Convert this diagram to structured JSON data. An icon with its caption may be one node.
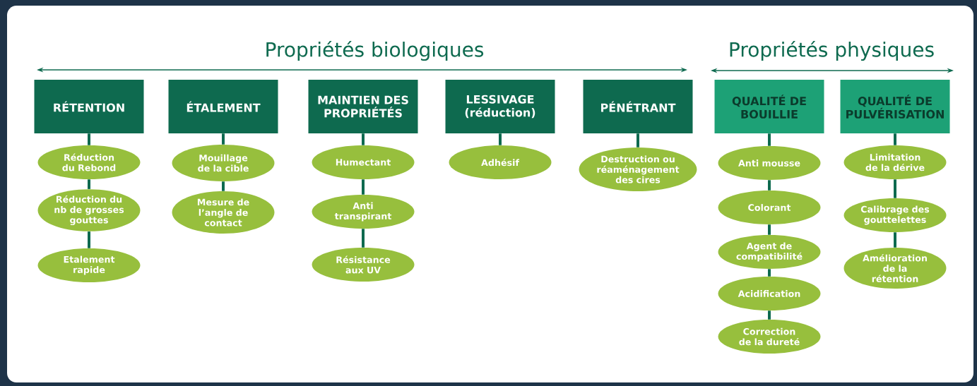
{
  "diagram": {
    "nodes": [
      {
        "text": [
          "RÉTENTION"
        ]
      },
      {
        "text": [
          "Réduction du Rebond"
        ]
      },
      {
        "text": [
          "Réduction du nb de grosses gouttes"
        ]
      },
      {
        "text": [
          "Etalement rapide"
        ]
      },
      {
        "text": [
          "ÉTALEMENT"
        ]
      },
      {
        "text": [
          "Mouillage de la cible"
        ]
      },
      {
        "text": [
          "Mesure de l’angle de contact"
        ]
      },
      {
        "text": [
          "MAINTIEN DES PROPRIÉTÉS"
        ]
      },
      {
        "text": [
          "Humectant"
        ]
      },
      {
        "text": [
          "Anti transpirant"
        ]
      },
      {
        "text": [
          "Résistance aux UV"
        ]
      },
      {
        "text": [
          "LESSIVAGE (réduction)"
        ]
      },
      {
        "text": [
          "Adhésif"
        ]
      },
      {
        "text": [
          "PÉNÉTRANT"
        ]
      },
      {
        "text": [
          "Destruction ou réaménagement des cires"
        ]
      },
      {
        "text": [
          "QUALITÉ DE BOUILLIE"
        ]
      },
      {
        "text": [
          "Anti mousse"
        ]
      },
      {
        "text": [
          "Colorant"
        ]
      },
      {
        "text": [
          "Agent de compatibilité"
        ]
      },
      {
        "text": [
          "Acidification"
        ]
      },
      {
        "text": [
          "Correction de la dureté"
        ]
      },
      {
        "text": [
          "QUALITÉ DE PULVÉRISATION"
        ]
      },
      {
        "text": [
          "Limitation de la dérive"
        ]
      },
      {
        "text": [
          "Calibrage des gouttelettes"
        ]
      },
      {
        "text": [
          "Amélioration de la rétention"
        ]
      }
    ],
    "edges": [
      {
        "from": 0,
        "to": 1,
        "arrow": "none"
      },
      {
        "from": 1,
        "to": 2,
        "arrow": "none"
      },
      {
        "from": 2,
        "to": 3,
        "arrow": "none"
      },
      {
        "from": 4,
        "to": 5,
        "arrow": "none"
      },
      {
        "from": 5,
        "to": 6,
        "arrow": "none"
      },
      {
        "from": 7,
        "to": 8,
        "arrow": "none"
      },
      {
        "from": 8,
        "to": 9,
        "arrow": "none"
      },
      {
        "from": 9,
        "to": 10,
        "arrow": "none"
      },
      {
        "from": 11,
        "to": 12,
        "arrow": "none"
      },
      {
        "from": 13,
        "to": 14,
        "arrow": "none"
      },
      {
        "from": 15,
        "to": 16,
        "arrow": "none"
      },
      {
        "from": 16,
        "to": 17,
        "arrow": "none"
      },
      {
        "from": 17,
        "to": 18,
        "arrow": "none"
      },
      {
        "from": 18,
        "to": 19,
        "arrow": "none"
      },
      {
        "from": 19,
        "to": 20,
        "arrow": "none"
      },
      {
        "from": 21,
        "to": 22,
        "arrow": "none"
      },
      {
        "from": 22,
        "to": 23,
        "arrow": "none"
      },
      {
        "from": 23,
        "to": 24,
        "arrow": "none"
      }
    ],
    "labels": [
      "Propriétés biologiques",
      "Propriétés physiques"
    ]
  }
}
